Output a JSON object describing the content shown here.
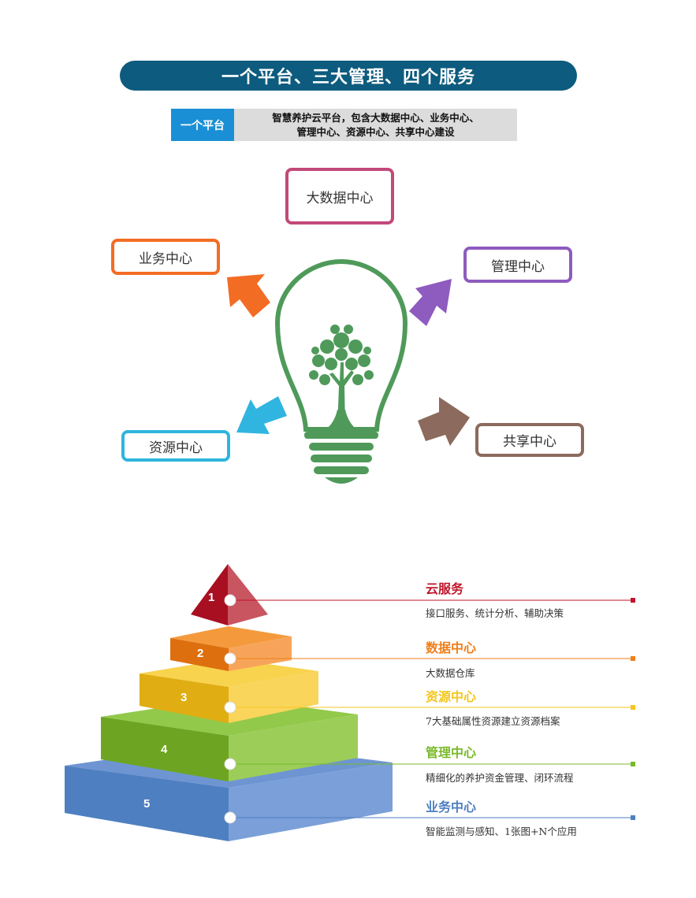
{
  "header": {
    "title": "一个平台、三大管理、四个服务",
    "platform_tag": "一个平台",
    "platform_desc_line1": "智慧养护云平台，包含大数据中心、业务中心、",
    "platform_desc_line2": "管理中心、资源中心、共享中心建设"
  },
  "bulb_diagram": {
    "bigdata": "大数据中心",
    "business": "业务中心",
    "manage": "管理中心",
    "resource": "资源中心",
    "share": "共享中心",
    "colors": {
      "bigdata": "#c2497a",
      "business": "#f36c24",
      "manage": "#8e5bbf",
      "resource": "#2fb5df",
      "share": "#8c6a5d",
      "bulb": "#4f9a5a"
    },
    "bulb_icon": "lightbulb-tree-icon"
  },
  "pyramid": {
    "levels": [
      {
        "num": "1",
        "title": "云服务",
        "desc": "接口服务、统计分析、辅助决策",
        "color": "#c0152a"
      },
      {
        "num": "2",
        "title": "数据中心",
        "desc": "大数据仓库",
        "color": "#ef7f1a"
      },
      {
        "num": "3",
        "title": "资源中心",
        "desc": "7大基础属性资源建立资源档案",
        "color": "#f4c61f"
      },
      {
        "num": "4",
        "title": "管理中心",
        "desc": "精细化的养护资金管理、闭环流程",
        "color": "#7ab929"
      },
      {
        "num": "5",
        "title": "业务中心",
        "desc": "智能监测与感知、1张图+N个应用",
        "color": "#4e7fc1"
      }
    ]
  }
}
